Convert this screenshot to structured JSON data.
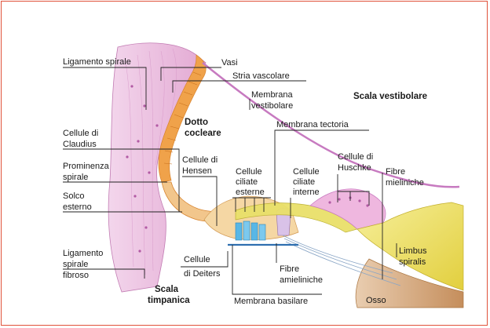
{
  "colors": {
    "frame": "#e0523a",
    "ligament": "#e7b3d8",
    "stria": "#f0a24a",
    "membrane": "#c77ac0",
    "hair_cells": "#58b7e6",
    "tectoria": "#e9e06a",
    "limbus": "#e8dc55",
    "bone": "#c99a6a",
    "nerve": "#f4c8a8"
  },
  "labels": {
    "ligamento_spirale": "Ligamento spirale",
    "vasi": "Vasi",
    "stria_vascolare": "Stria vascolare",
    "membrana_vestibolare_1": "Membrana",
    "membrana_vestibolare_2": "vestibolare",
    "scala_vestibolare": "Scala vestibolare",
    "dotto_cocleare_1": "Dotto",
    "dotto_cocleare_2": "cocleare",
    "membrana_tectoria": "Membrana tectoria",
    "cellule_claudius_1": "Cellule di",
    "cellule_claudius_2": "Claudius",
    "cellule_hensen_1": "Cellule di",
    "cellule_hensen_2": "Hensen",
    "cellule_huschke_1": "Cellule di",
    "cellule_huschke_2": "Huschke",
    "prominenza_spirale_1": "Prominenza",
    "prominenza_spirale_2": "spirale",
    "cellule_ciliate_esterne_1": "Cellule",
    "cellule_ciliate_esterne_2": "ciliate",
    "cellule_ciliate_esterne_3": "esterne",
    "cellule_ciliate_interne_1": "Cellule",
    "cellule_ciliate_interne_2": "ciliate",
    "cellule_ciliate_interne_3": "interne",
    "fibre_mieliniche_1": "Fibre",
    "fibre_mieliniche_2": "mieliniche",
    "solco_esterno_1": "Solco",
    "solco_esterno_2": "esterno",
    "ligamento_spirale_fibroso_1": "Ligamento",
    "ligamento_spirale_fibroso_2": "spirale",
    "ligamento_spirale_fibroso_3": "fibroso",
    "cellule_deiters_1": "Cellule",
    "cellule_deiters_2": "di Deiters",
    "limbus_spiralis_1": "Limbus",
    "limbus_spiralis_2": "spiralis",
    "fibre_amieliniche_1": "Fibre",
    "fibre_amieliniche_2": "amieliniche",
    "scala_timpanica_1": "Scala",
    "scala_timpanica_2": "timpanica",
    "membrana_basilare": "Membrana basilare",
    "osso": "Osso"
  }
}
